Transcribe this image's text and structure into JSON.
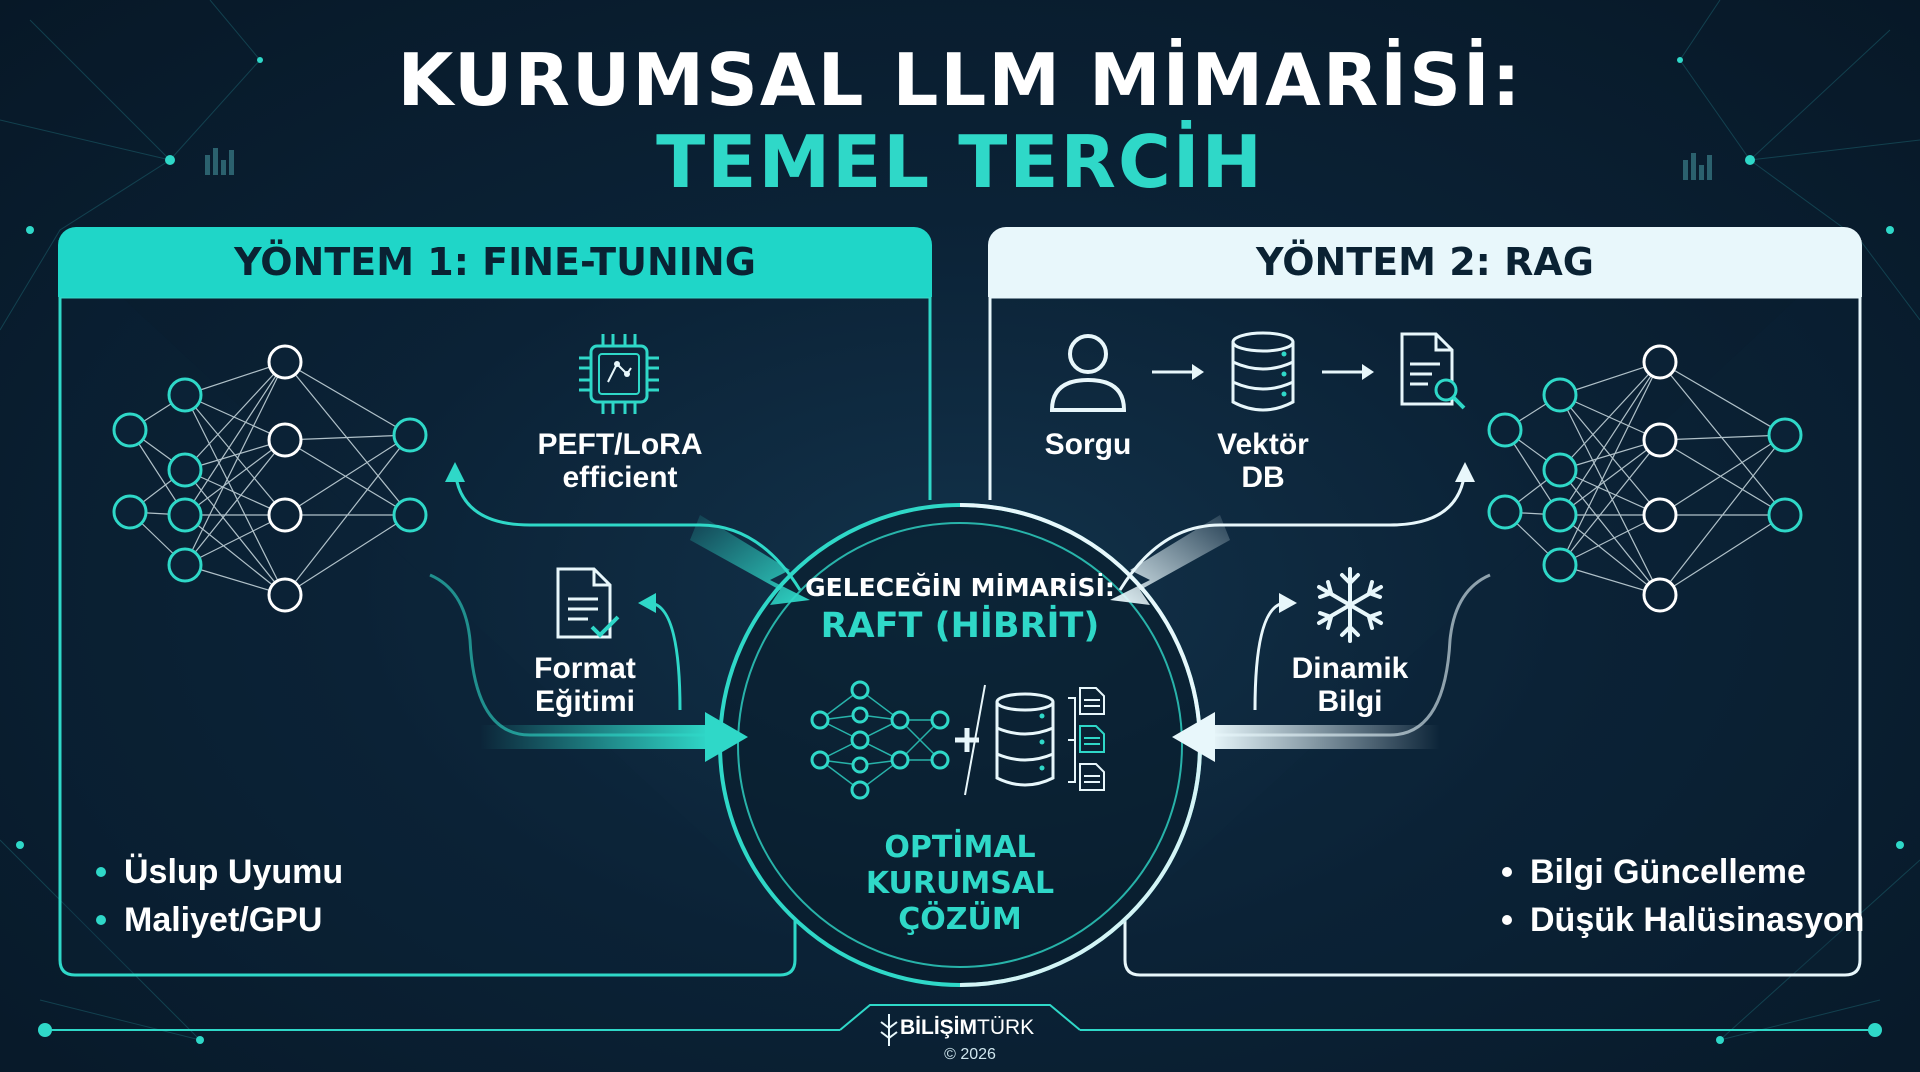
{
  "title": {
    "line1": "KURUMSAL LLM MİMARİSİ:",
    "line2": "TEMEL TERCİH"
  },
  "method1": {
    "header": "YÖNTEM 1: FINE-TUNING",
    "peft_label": "PEFT/LoRA\nefficient",
    "format_label": "Format\nEğitimi",
    "bullets": [
      "Üslup Uyumu",
      "Maliyet/GPU"
    ]
  },
  "method2": {
    "header": "YÖNTEM 2: RAG",
    "query_label": "Sorgu",
    "vector_label": "Vektör\nDB",
    "dynamic_label": "Dinamik\nBilgi",
    "bullets": [
      "Bilgi Güncelleme",
      "Düşük Halüsinasyon"
    ]
  },
  "center": {
    "future_label": "GELECEĞİN MİMARİSİ:",
    "raft_label": "RAFT (HİBRİT)",
    "optimal_label": "OPTİMAL\nKURUMSAL\nÇÖZÜM"
  },
  "footer": {
    "brand_bold": "BİLİŞİM",
    "brand_light": "TÜRK",
    "copyright": "© 2026"
  },
  "colors": {
    "accent": "#2fd8c8",
    "background": "#0b2236",
    "white": "#ffffff"
  },
  "icons": [
    "neural-network-icon",
    "chip-icon",
    "document-check-icon",
    "user-icon",
    "database-icon",
    "document-search-icon",
    "snowflake-icon",
    "plus-icon"
  ]
}
